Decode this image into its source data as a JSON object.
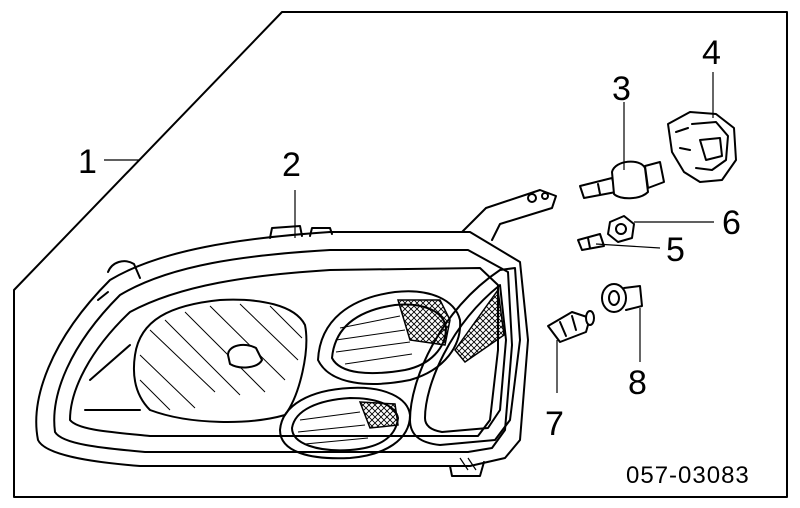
{
  "callouts": [
    {
      "id": "1",
      "label": "1"
    },
    {
      "id": "2",
      "label": "2"
    },
    {
      "id": "3",
      "label": "3"
    },
    {
      "id": "4",
      "label": "4"
    },
    {
      "id": "5",
      "label": "5"
    },
    {
      "id": "6",
      "label": "6"
    },
    {
      "id": "7",
      "label": "7"
    },
    {
      "id": "8",
      "label": "8"
    }
  ],
  "diagram_code": "057-03083",
  "colors": {
    "ink": "#000000",
    "paper": "#ffffff"
  }
}
